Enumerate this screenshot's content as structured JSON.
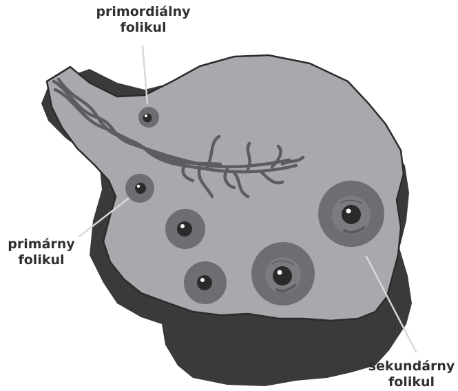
{
  "labels": {
    "primordial": {
      "line1": "primordiálny",
      "line2": "folikul"
    },
    "primary": {
      "line1": "primárny",
      "line2": "folikul"
    },
    "secondary": {
      "line1": "sekundárny",
      "line2": "folikul"
    }
  },
  "colors": {
    "ovary_fill": "#a7a9ac",
    "ovary_shadow": "#3a3a3b",
    "outline": "#2b2b2c",
    "vessel": "#5c5d60",
    "follicle_ring": "#6d6e71",
    "follicle_inner": "#88898c",
    "oocyte": "#2a2a2b",
    "leader_line": "#d9d9d9",
    "label_text": "#2f2f2f"
  },
  "follicles": [
    {
      "type": "primordial",
      "stage": 1
    },
    {
      "type": "primary",
      "stage": 2
    },
    {
      "type": "primary",
      "stage": 2
    },
    {
      "type": "primary",
      "stage": 2
    },
    {
      "type": "secondary",
      "stage": 3
    },
    {
      "type": "secondary",
      "stage": 3
    }
  ]
}
